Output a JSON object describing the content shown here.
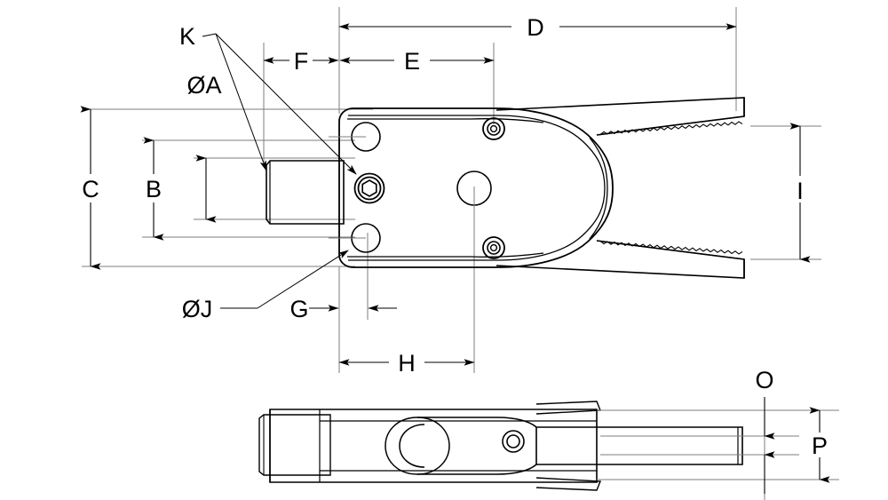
{
  "drawing": {
    "title": "Parallel gripper dimensional drawing",
    "line_color": "#000000",
    "thin_line_color": "#6e6e6e",
    "background": "#ffffff",
    "views": [
      {
        "name": "top-view",
        "label": "Top view of gripper with serrated jaws"
      },
      {
        "name": "side-view",
        "label": "Side view of gripper"
      }
    ]
  },
  "dimensions": {
    "D": {
      "label": "D",
      "view": "top-view",
      "orientation": "horizontal",
      "from": 382,
      "to": 829,
      "at": 30
    },
    "F": {
      "label": "F",
      "view": "top-view",
      "orientation": "horizontal",
      "from": 297,
      "to": 381,
      "at": 68
    },
    "E": {
      "label": "E",
      "view": "top-view",
      "orientation": "horizontal",
      "from": 383,
      "to": 556,
      "at": 68
    },
    "C": {
      "label": "C",
      "view": "top-view",
      "orientation": "vertical",
      "from": 123,
      "to": 300,
      "at": 102
    },
    "B": {
      "label": "B",
      "view": "top-view",
      "orientation": "vertical",
      "from": 158,
      "to": 267,
      "at": 173
    },
    "A": {
      "label": "ØA",
      "view": "top-view",
      "orientation": "vertical",
      "from": 178,
      "to": 247,
      "at": 232
    },
    "I": {
      "label": "I",
      "view": "top-view",
      "orientation": "vertical",
      "from": 142,
      "to": 292,
      "at": 901
    },
    "G": {
      "label": "G",
      "view": "top-view",
      "orientation": "horizontal",
      "from": 382,
      "to": 414,
      "at": 347
    },
    "H": {
      "label": "H",
      "view": "top-view",
      "orientation": "horizontal",
      "from": 382,
      "to": 534,
      "at": 408
    },
    "J": {
      "label": "ØJ",
      "view": "top-view",
      "orientation": "leader",
      "at": 347
    },
    "K": {
      "label": "K",
      "view": "top-view",
      "orientation": "leader",
      "at": 40
    },
    "O": {
      "label": "O",
      "view": "side-view",
      "orientation": "vertical",
      "from": 462,
      "to": 491,
      "at": 861
    },
    "P": {
      "label": "P",
      "view": "side-view",
      "orientation": "vertical",
      "from": 462,
      "to": 540,
      "at": 923
    }
  },
  "labels": {
    "D": "D",
    "E": "E",
    "F": "F",
    "C": "C",
    "B": "B",
    "A": "ØA",
    "I": "I",
    "G": "G",
    "H": "H",
    "J": "ØJ",
    "K": "K",
    "O": "O",
    "P": "P"
  }
}
